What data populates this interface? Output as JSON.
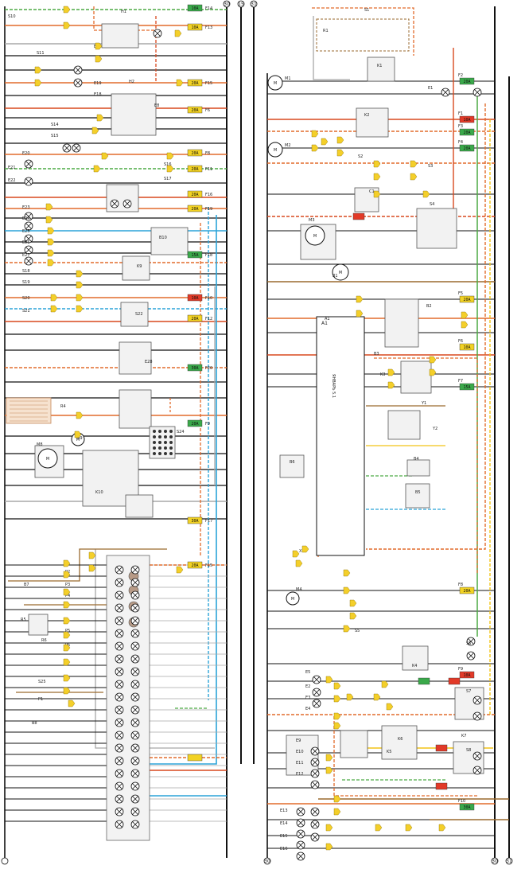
{
  "colors": {
    "wire_black": "#111111",
    "wire_red": "#d8491f",
    "wire_orange": "#e26b2b",
    "wire_yellow": "#f2c416",
    "wire_green": "#4caa44",
    "wire_blue": "#2ba4d8",
    "wire_brown": "#9a6a2f",
    "wire_gray": "#a8a8a8",
    "fuse_yellow": "#f2d224",
    "fuse_green": "#3aa94a",
    "fuse_red": "#e23a28",
    "connector_yellow": "#f4cf2a"
  },
  "bus_labels": {
    "top": [
      "30",
      "15",
      "31"
    ],
    "bottom_left": [
      "30",
      "15",
      "31"
    ],
    "bottom_right": [
      "30",
      "31"
    ]
  },
  "left_components": [
    {
      "id": "S10"
    },
    {
      "id": "H1"
    },
    {
      "id": "S11"
    },
    {
      "id": "E16"
    },
    {
      "id": "E19"
    },
    {
      "id": "E18"
    },
    {
      "id": "H2"
    },
    {
      "id": "E8"
    },
    {
      "id": "S14"
    },
    {
      "id": "S15"
    },
    {
      "id": "E20"
    },
    {
      "id": "E21"
    },
    {
      "id": "E22"
    },
    {
      "id": "S16"
    },
    {
      "id": "S17"
    },
    {
      "id": "E23"
    },
    {
      "id": "E24"
    },
    {
      "id": "E25"
    },
    {
      "id": "E26"
    },
    {
      "id": "E27"
    },
    {
      "id": "B10"
    },
    {
      "id": "S18"
    },
    {
      "id": "S19"
    },
    {
      "id": "S20"
    },
    {
      "id": "S21"
    },
    {
      "id": "S22"
    },
    {
      "id": "E28"
    },
    {
      "id": "K9"
    },
    {
      "id": "R4"
    },
    {
      "id": "M8"
    },
    {
      "id": "M9"
    },
    {
      "id": "K10"
    },
    {
      "id": "S24"
    },
    {
      "id": "S25"
    },
    {
      "id": "P1"
    },
    {
      "id": "P2"
    },
    {
      "id": "P3"
    },
    {
      "id": "P4"
    },
    {
      "id": "P5"
    },
    {
      "id": "P6"
    },
    {
      "id": "R5"
    },
    {
      "id": "R6"
    },
    {
      "id": "B7"
    },
    {
      "id": "B8"
    }
  ],
  "right_components": [
    {
      "id": "S1"
    },
    {
      "id": "R1"
    },
    {
      "id": "M1"
    },
    {
      "id": "K1"
    },
    {
      "id": "E1"
    },
    {
      "id": "K2"
    },
    {
      "id": "M2"
    },
    {
      "id": "S2"
    },
    {
      "id": "S3"
    },
    {
      "id": "R2"
    },
    {
      "id": "C1"
    },
    {
      "id": "S4"
    },
    {
      "id": "M3"
    },
    {
      "id": "B1"
    },
    {
      "id": "B2"
    },
    {
      "id": "A1"
    },
    {
      "id": "B3"
    },
    {
      "id": "K3"
    },
    {
      "id": "Y1"
    },
    {
      "id": "Y2"
    },
    {
      "id": "B4"
    },
    {
      "id": "B5"
    },
    {
      "id": "B6"
    },
    {
      "id": "X1"
    },
    {
      "id": "M4"
    },
    {
      "id": "K4"
    },
    {
      "id": "S5"
    },
    {
      "id": "S6"
    },
    {
      "id": "S7"
    },
    {
      "id": "S8"
    },
    {
      "id": "K5"
    },
    {
      "id": "K6"
    },
    {
      "id": "K7"
    },
    {
      "id": "E2"
    },
    {
      "id": "E3"
    },
    {
      "id": "E4"
    },
    {
      "id": "E5"
    },
    {
      "id": "E9"
    },
    {
      "id": "E10"
    },
    {
      "id": "E11"
    },
    {
      "id": "E12"
    },
    {
      "id": "E13"
    },
    {
      "id": "E14"
    },
    {
      "id": "E15"
    },
    {
      "id": "E16"
    }
  ],
  "fuses_left": [
    {
      "id": "F14",
      "rating": "10A",
      "color": "green"
    },
    {
      "id": "F13",
      "rating": "10A",
      "color": "yellow"
    },
    {
      "id": "F15",
      "rating": "20A",
      "color": "yellow"
    },
    {
      "id": "F6",
      "rating": "20A",
      "color": "yellow"
    },
    {
      "id": "F8",
      "rating": "20A",
      "color": "yellow"
    },
    {
      "id": "F11",
      "rating": "20A",
      "color": "yellow"
    },
    {
      "id": "F16",
      "rating": "20A",
      "color": "yellow"
    },
    {
      "id": "F19",
      "rating": "20A",
      "color": "yellow"
    },
    {
      "id": "F18",
      "rating": "15A",
      "color": "green"
    },
    {
      "id": "F10",
      "rating": "10A",
      "color": "red"
    },
    {
      "id": "F12",
      "rating": "20A",
      "color": "yellow"
    },
    {
      "id": "F20",
      "rating": "30A",
      "color": "green"
    },
    {
      "id": "F9",
      "rating": "20A",
      "color": "green"
    },
    {
      "id": "F17",
      "rating": "30A",
      "color": "yellow"
    },
    {
      "id": "F15",
      "rating": "20A",
      "color": "yellow"
    }
  ],
  "fuses_right": [
    {
      "id": "F2",
      "rating": "20A",
      "color": "green"
    },
    {
      "id": "F1",
      "rating": "10A",
      "color": "red"
    },
    {
      "id": "F3",
      "rating": "20A",
      "color": "green"
    },
    {
      "id": "F4",
      "rating": "20A",
      "color": "green"
    },
    {
      "id": "F5",
      "rating": "20A",
      "color": "yellow"
    },
    {
      "id": "F6",
      "rating": "10A",
      "color": "yellow"
    },
    {
      "id": "F7",
      "rating": "15A",
      "color": "green"
    },
    {
      "id": "F8",
      "rating": "20A",
      "color": "yellow"
    },
    {
      "id": "F9",
      "rating": "10A",
      "color": "red"
    },
    {
      "id": "F10",
      "rating": "30A",
      "color": "green"
    }
  ],
  "ecu_label": "A1",
  "ecu_code": "ЯНВАРЬ 5.1"
}
